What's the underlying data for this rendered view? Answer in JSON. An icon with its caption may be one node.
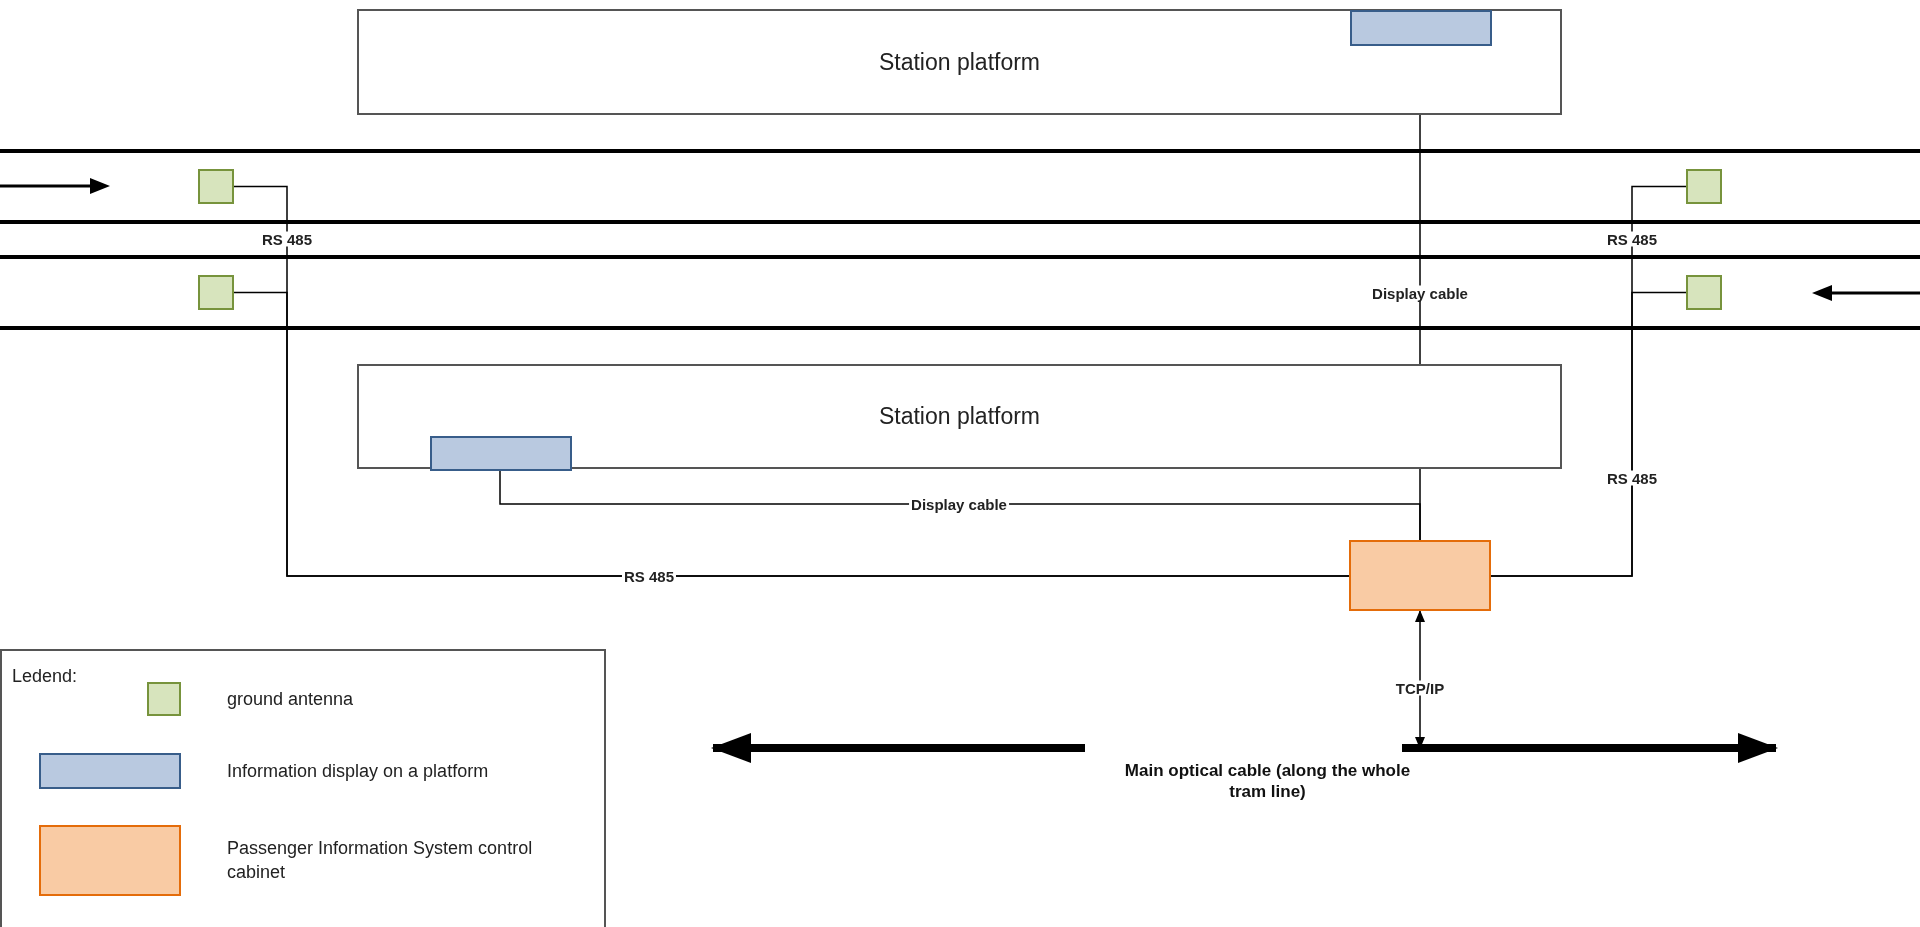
{
  "diagram": {
    "nodes": [
      {
        "text": [
          "Station platform"
        ]
      },
      {
        "text": [],
        "shape": "box",
        "in": 0
      },
      {
        "text": [],
        "shape": "box"
      },
      {
        "text": [],
        "shape": "box"
      },
      {
        "text": [],
        "shape": "box"
      },
      {
        "text": [],
        "shape": "box"
      },
      {
        "text": [
          "Station platform"
        ]
      },
      {
        "text": [],
        "shape": "box",
        "in": 6
      },
      {
        "text": [],
        "shape": "box"
      },
      {
        "text": [
          "Main optical cable (along the whole tram line)"
        ]
      }
    ],
    "edges": [
      {
        "from": 2,
        "to": 8,
        "arrow": "none",
        "label": "RS 485"
      },
      {
        "from": 4,
        "to": 8,
        "arrow": "none",
        "label": "RS 485"
      },
      {
        "from": 3,
        "to": 8,
        "arrow": "none",
        "label": "RS 485"
      },
      {
        "from": 5,
        "to": 8,
        "arrow": "none",
        "label": "RS 485"
      },
      {
        "from": 1,
        "to": 8,
        "arrow": "none",
        "label": "Display cable"
      },
      {
        "from": 7,
        "to": 8,
        "arrow": "none",
        "label": "Display cable"
      },
      {
        "from": 8,
        "to": 9,
        "arrow": "both",
        "label": "TCP/IP"
      },
      {
        "from": 9,
        "to": null,
        "arrow": "to",
        "style": "thick"
      },
      {
        "from": 9,
        "to": null,
        "arrow": "to",
        "style": "thick"
      }
    ],
    "labels": [
      "Ledend:"
    ],
    "legend": [
      {
        "text": "ground antenna",
        "color": "#d7e4bd"
      },
      {
        "text": "Information display on a platform",
        "color": "#b9c9e0"
      },
      {
        "text": "Passenger Information System control cabinet",
        "color": "#f9cba4"
      }
    ]
  }
}
